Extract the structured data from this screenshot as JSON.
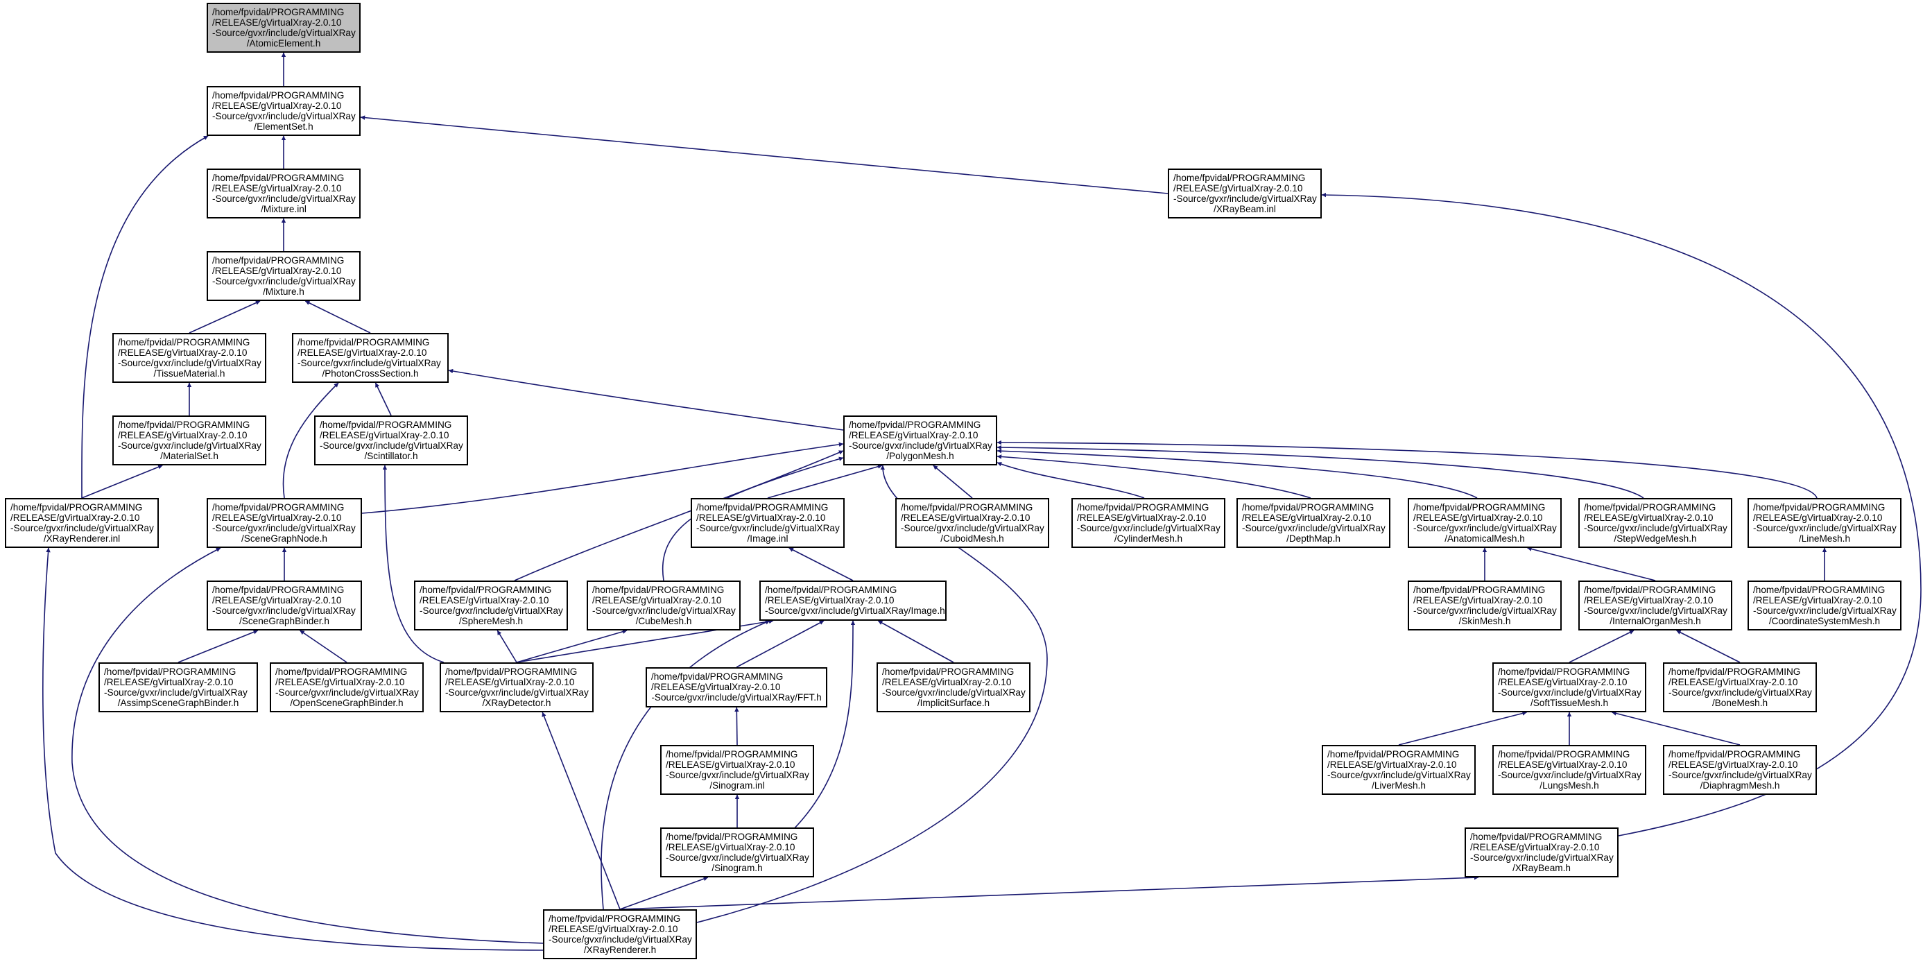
{
  "colors": {
    "edge": "#191970",
    "node_border": "#000000",
    "root_fill": "#bfbfbf",
    "node_fill": "#ffffff"
  },
  "nodes": [
    {
      "id": "AtomicElement_h",
      "lines": [
        "/home/fpvidal/PROGRAMMING",
        "/RELEASE/gVirtualXray-2.0.10",
        "-Source/gvxr/include/gVirtualXRay",
        "/AtomicElement.h"
      ]
    },
    {
      "id": "ElementSet_h",
      "lines": [
        "/home/fpvidal/PROGRAMMING",
        "/RELEASE/gVirtualXray-2.0.10",
        "-Source/gvxr/include/gVirtualXRay",
        "/ElementSet.h"
      ]
    },
    {
      "id": "Mixture_inl",
      "lines": [
        "/home/fpvidal/PROGRAMMING",
        "/RELEASE/gVirtualXray-2.0.10",
        "-Source/gvxr/include/gVirtualXRay",
        "/Mixture.inl"
      ]
    },
    {
      "id": "Mixture_h",
      "lines": [
        "/home/fpvidal/PROGRAMMING",
        "/RELEASE/gVirtualXray-2.0.10",
        "-Source/gvxr/include/gVirtualXRay",
        "/Mixture.h"
      ]
    },
    {
      "id": "XRayBeam_inl",
      "lines": [
        "/home/fpvidal/PROGRAMMING",
        "/RELEASE/gVirtualXray-2.0.10",
        "-Source/gvxr/include/gVirtualXRay",
        "/XRayBeam.inl"
      ]
    },
    {
      "id": "TissueMaterial_h",
      "lines": [
        "/home/fpvidal/PROGRAMMING",
        "/RELEASE/gVirtualXray-2.0.10",
        "-Source/gvxr/include/gVirtualXRay",
        "/TissueMaterial.h"
      ]
    },
    {
      "id": "PhotonCrossSection_h",
      "lines": [
        "/home/fpvidal/PROGRAMMING",
        "/RELEASE/gVirtualXray-2.0.10",
        "-Source/gvxr/include/gVirtualXRay",
        "/PhotonCrossSection.h"
      ]
    },
    {
      "id": "MaterialSet_h",
      "lines": [
        "/home/fpvidal/PROGRAMMING",
        "/RELEASE/gVirtualXray-2.0.10",
        "-Source/gvxr/include/gVirtualXRay",
        "/MaterialSet.h"
      ]
    },
    {
      "id": "Scintillator_h",
      "lines": [
        "/home/fpvidal/PROGRAMMING",
        "/RELEASE/gVirtualXray-2.0.10",
        "-Source/gvxr/include/gVirtualXRay",
        "/Scintillator.h"
      ]
    },
    {
      "id": "PolygonMesh_h",
      "lines": [
        "/home/fpvidal/PROGRAMMING",
        "/RELEASE/gVirtualXray-2.0.10",
        "-Source/gvxr/include/gVirtualXRay",
        "/PolygonMesh.h"
      ]
    },
    {
      "id": "XRayRenderer_inl",
      "lines": [
        "/home/fpvidal/PROGRAMMING",
        "/RELEASE/gVirtualXray-2.0.10",
        "-Source/gvxr/include/gVirtualXRay",
        "/XRayRenderer.inl"
      ]
    },
    {
      "id": "SceneGraphNode_h",
      "lines": [
        "/home/fpvidal/PROGRAMMING",
        "/RELEASE/gVirtualXray-2.0.10",
        "-Source/gvxr/include/gVirtualXRay",
        "/SceneGraphNode.h"
      ]
    },
    {
      "id": "Image_inl",
      "lines": [
        "/home/fpvidal/PROGRAMMING",
        "/RELEASE/gVirtualXray-2.0.10",
        "-Source/gvxr/include/gVirtualXRay",
        "/Image.inl"
      ]
    },
    {
      "id": "CuboidMesh_h",
      "lines": [
        "/home/fpvidal/PROGRAMMING",
        "/RELEASE/gVirtualXray-2.0.10",
        "-Source/gvxr/include/gVirtualXRay",
        "/CuboidMesh.h"
      ]
    },
    {
      "id": "CylinderMesh_h",
      "lines": [
        "/home/fpvidal/PROGRAMMING",
        "/RELEASE/gVirtualXray-2.0.10",
        "-Source/gvxr/include/gVirtualXRay",
        "/CylinderMesh.h"
      ]
    },
    {
      "id": "DepthMap_h",
      "lines": [
        "/home/fpvidal/PROGRAMMING",
        "/RELEASE/gVirtualXray-2.0.10",
        "-Source/gvxr/include/gVirtualXRay",
        "/DepthMap.h"
      ]
    },
    {
      "id": "AnatomicalMesh_h",
      "lines": [
        "/home/fpvidal/PROGRAMMING",
        "/RELEASE/gVirtualXray-2.0.10",
        "-Source/gvxr/include/gVirtualXRay",
        "/AnatomicalMesh.h"
      ]
    },
    {
      "id": "StepWedgeMesh_h",
      "lines": [
        "/home/fpvidal/PROGRAMMING",
        "/RELEASE/gVirtualXray-2.0.10",
        "-Source/gvxr/include/gVirtualXRay",
        "/StepWedgeMesh.h"
      ]
    },
    {
      "id": "LineMesh_h",
      "lines": [
        "/home/fpvidal/PROGRAMMING",
        "/RELEASE/gVirtualXray-2.0.10",
        "-Source/gvxr/include/gVirtualXRay",
        "/LineMesh.h"
      ]
    },
    {
      "id": "SceneGraphBinder_h",
      "lines": [
        "/home/fpvidal/PROGRAMMING",
        "/RELEASE/gVirtualXray-2.0.10",
        "-Source/gvxr/include/gVirtualXRay",
        "/SceneGraphBinder.h"
      ]
    },
    {
      "id": "SphereMesh_h",
      "lines": [
        "/home/fpvidal/PROGRAMMING",
        "/RELEASE/gVirtualXray-2.0.10",
        "-Source/gvxr/include/gVirtualXRay",
        "/SphereMesh.h"
      ]
    },
    {
      "id": "CubeMesh_h",
      "lines": [
        "/home/fpvidal/PROGRAMMING",
        "/RELEASE/gVirtualXray-2.0.10",
        "-Source/gvxr/include/gVirtualXRay",
        "/CubeMesh.h"
      ]
    },
    {
      "id": "Image_h",
      "lines": [
        "/home/fpvidal/PROGRAMMING",
        "/RELEASE/gVirtualXray-2.0.10",
        "-Source/gvxr/include/gVirtualXRay/Image.h"
      ]
    },
    {
      "id": "SkinMesh_h",
      "lines": [
        "/home/fpvidal/PROGRAMMING",
        "/RELEASE/gVirtualXray-2.0.10",
        "-Source/gvxr/include/gVirtualXRay",
        "/SkinMesh.h"
      ]
    },
    {
      "id": "InternalOrganMesh_h",
      "lines": [
        "/home/fpvidal/PROGRAMMING",
        "/RELEASE/gVirtualXray-2.0.10",
        "-Source/gvxr/include/gVirtualXRay",
        "/InternalOrganMesh.h"
      ]
    },
    {
      "id": "CoordinateSystemMesh_h",
      "lines": [
        "/home/fpvidal/PROGRAMMING",
        "/RELEASE/gVirtualXray-2.0.10",
        "-Source/gvxr/include/gVirtualXRay",
        "/CoordinateSystemMesh.h"
      ]
    },
    {
      "id": "AssimpSceneGraphBinder_h",
      "lines": [
        "/home/fpvidal/PROGRAMMING",
        "/RELEASE/gVirtualXray-2.0.10",
        "-Source/gvxr/include/gVirtualXRay",
        "/AssimpSceneGraphBinder.h"
      ]
    },
    {
      "id": "OpenSceneGraphBinder_h",
      "lines": [
        "/home/fpvidal/PROGRAMMING",
        "/RELEASE/gVirtualXray-2.0.10",
        "-Source/gvxr/include/gVirtualXRay",
        "/OpenSceneGraphBinder.h"
      ]
    },
    {
      "id": "XRayDetector_h",
      "lines": [
        "/home/fpvidal/PROGRAMMING",
        "/RELEASE/gVirtualXray-2.0.10",
        "-Source/gvxr/include/gVirtualXRay",
        "/XRayDetector.h"
      ]
    },
    {
      "id": "FFT_h",
      "lines": [
        "/home/fpvidal/PROGRAMMING",
        "/RELEASE/gVirtualXray-2.0.10",
        "-Source/gvxr/include/gVirtualXRay/FFT.h"
      ]
    },
    {
      "id": "ImplicitSurface_h",
      "lines": [
        "/home/fpvidal/PROGRAMMING",
        "/RELEASE/gVirtualXray-2.0.10",
        "-Source/gvxr/include/gVirtualXRay",
        "/ImplicitSurface.h"
      ]
    },
    {
      "id": "SoftTissueMesh_h",
      "lines": [
        "/home/fpvidal/PROGRAMMING",
        "/RELEASE/gVirtualXray-2.0.10",
        "-Source/gvxr/include/gVirtualXRay",
        "/SoftTissueMesh.h"
      ]
    },
    {
      "id": "BoneMesh_h",
      "lines": [
        "/home/fpvidal/PROGRAMMING",
        "/RELEASE/gVirtualXray-2.0.10",
        "-Source/gvxr/include/gVirtualXRay",
        "/BoneMesh.h"
      ]
    },
    {
      "id": "Sinogram_inl",
      "lines": [
        "/home/fpvidal/PROGRAMMING",
        "/RELEASE/gVirtualXray-2.0.10",
        "-Source/gvxr/include/gVirtualXRay",
        "/Sinogram.inl"
      ]
    },
    {
      "id": "LiverMesh_h",
      "lines": [
        "/home/fpvidal/PROGRAMMING",
        "/RELEASE/gVirtualXray-2.0.10",
        "-Source/gvxr/include/gVirtualXRay",
        "/LiverMesh.h"
      ]
    },
    {
      "id": "LungsMesh_h",
      "lines": [
        "/home/fpvidal/PROGRAMMING",
        "/RELEASE/gVirtualXray-2.0.10",
        "-Source/gvxr/include/gVirtualXRay",
        "/LungsMesh.h"
      ]
    },
    {
      "id": "DiaphragmMesh_h",
      "lines": [
        "/home/fpvidal/PROGRAMMING",
        "/RELEASE/gVirtualXray-2.0.10",
        "-Source/gvxr/include/gVirtualXRay",
        "/DiaphragmMesh.h"
      ]
    },
    {
      "id": "Sinogram_h",
      "lines": [
        "/home/fpvidal/PROGRAMMING",
        "/RELEASE/gVirtualXray-2.0.10",
        "-Source/gvxr/include/gVirtualXRay",
        "/Sinogram.h"
      ]
    },
    {
      "id": "XRayBeam_h",
      "lines": [
        "/home/fpvidal/PROGRAMMING",
        "/RELEASE/gVirtualXray-2.0.10",
        "-Source/gvxr/include/gVirtualXRay",
        "/XRayBeam.h"
      ]
    },
    {
      "id": "XRayRenderer_h",
      "lines": [
        "/home/fpvidal/PROGRAMMING",
        "/RELEASE/gVirtualXray-2.0.10",
        "-Source/gvxr/include/gVirtualXRay",
        "/XRayRenderer.h"
      ]
    }
  ],
  "edges": [
    {
      "from": "ElementSet_h",
      "to": "AtomicElement_h"
    },
    {
      "from": "Mixture_inl",
      "to": "ElementSet_h"
    },
    {
      "from": "XRayBeam_inl",
      "to": "ElementSet_h"
    },
    {
      "from": "XRayRenderer_inl",
      "to": "ElementSet_h"
    },
    {
      "from": "Mixture_h",
      "to": "Mixture_inl"
    },
    {
      "from": "TissueMaterial_h",
      "to": "Mixture_h"
    },
    {
      "from": "PhotonCrossSection_h",
      "to": "Mixture_h"
    },
    {
      "from": "XRayBeam_h",
      "to": "XRayBeam_inl"
    },
    {
      "from": "MaterialSet_h",
      "to": "TissueMaterial_h"
    },
    {
      "from": "XRayRenderer_inl",
      "to": "MaterialSet_h"
    },
    {
      "from": "Scintillator_h",
      "to": "PhotonCrossSection_h"
    },
    {
      "from": "PolygonMesh_h",
      "to": "PhotonCrossSection_h"
    },
    {
      "from": "SceneGraphNode_h",
      "to": "PhotonCrossSection_h"
    },
    {
      "from": "XRayDetector_h",
      "to": "Scintillator_h"
    },
    {
      "from": "SceneGraphNode_h",
      "to": "PolygonMesh_h"
    },
    {
      "from": "Image_inl",
      "to": "PolygonMesh_h"
    },
    {
      "from": "CuboidMesh_h",
      "to": "PolygonMesh_h"
    },
    {
      "from": "CylinderMesh_h",
      "to": "PolygonMesh_h"
    },
    {
      "from": "DepthMap_h",
      "to": "PolygonMesh_h"
    },
    {
      "from": "AnatomicalMesh_h",
      "to": "PolygonMesh_h"
    },
    {
      "from": "StepWedgeMesh_h",
      "to": "PolygonMesh_h"
    },
    {
      "from": "LineMesh_h",
      "to": "PolygonMesh_h"
    },
    {
      "from": "SphereMesh_h",
      "to": "PolygonMesh_h"
    },
    {
      "from": "CubeMesh_h",
      "to": "PolygonMesh_h"
    },
    {
      "from": "XRayRenderer_h",
      "to": "PolygonMesh_h"
    },
    {
      "from": "XRayRenderer_h",
      "to": "XRayRenderer_inl"
    },
    {
      "from": "SceneGraphBinder_h",
      "to": "SceneGraphNode_h"
    },
    {
      "from": "XRayRenderer_h",
      "to": "SceneGraphNode_h"
    },
    {
      "from": "Image_h",
      "to": "Image_inl"
    },
    {
      "from": "SkinMesh_h",
      "to": "AnatomicalMesh_h"
    },
    {
      "from": "InternalOrganMesh_h",
      "to": "AnatomicalMesh_h"
    },
    {
      "from": "CoordinateSystemMesh_h",
      "to": "LineMesh_h"
    },
    {
      "from": "AssimpSceneGraphBinder_h",
      "to": "SceneGraphBinder_h"
    },
    {
      "from": "OpenSceneGraphBinder_h",
      "to": "SceneGraphBinder_h"
    },
    {
      "from": "XRayDetector_h",
      "to": "SphereMesh_h"
    },
    {
      "from": "XRayDetector_h",
      "to": "CubeMesh_h"
    },
    {
      "from": "XRayDetector_h",
      "to": "Image_h"
    },
    {
      "from": "FFT_h",
      "to": "Image_h"
    },
    {
      "from": "ImplicitSurface_h",
      "to": "Image_h"
    },
    {
      "from": "Sinogram_h",
      "to": "Image_h"
    },
    {
      "from": "XRayRenderer_h",
      "to": "Image_h"
    },
    {
      "from": "SoftTissueMesh_h",
      "to": "InternalOrganMesh_h"
    },
    {
      "from": "BoneMesh_h",
      "to": "InternalOrganMesh_h"
    },
    {
      "from": "XRayRenderer_h",
      "to": "XRayDetector_h"
    },
    {
      "from": "Sinogram_inl",
      "to": "FFT_h"
    },
    {
      "from": "LiverMesh_h",
      "to": "SoftTissueMesh_h"
    },
    {
      "from": "LungsMesh_h",
      "to": "SoftTissueMesh_h"
    },
    {
      "from": "DiaphragmMesh_h",
      "to": "SoftTissueMesh_h"
    },
    {
      "from": "Sinogram_h",
      "to": "Sinogram_inl"
    },
    {
      "from": "XRayRenderer_h",
      "to": "Sinogram_h"
    },
    {
      "from": "XRayRenderer_h",
      "to": "XRayBeam_h"
    }
  ]
}
